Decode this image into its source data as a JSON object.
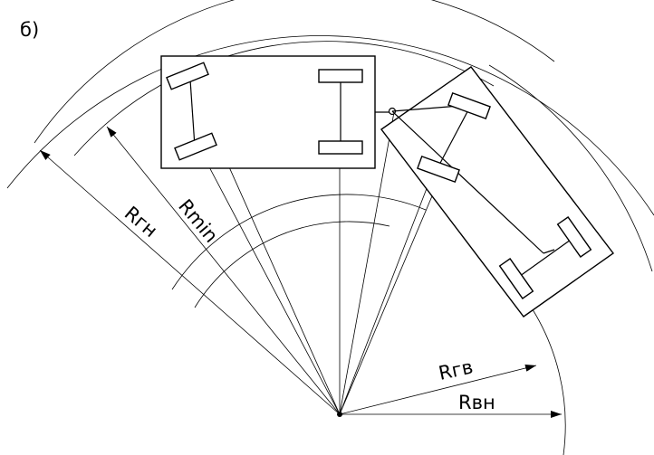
{
  "figure_label": "б)",
  "labels": {
    "r_outer_label": "Rгн",
    "r_min_label": "Rmin",
    "r_inner_gv_label": "Rгв",
    "r_inner_vn_label": "Rвн"
  }
}
